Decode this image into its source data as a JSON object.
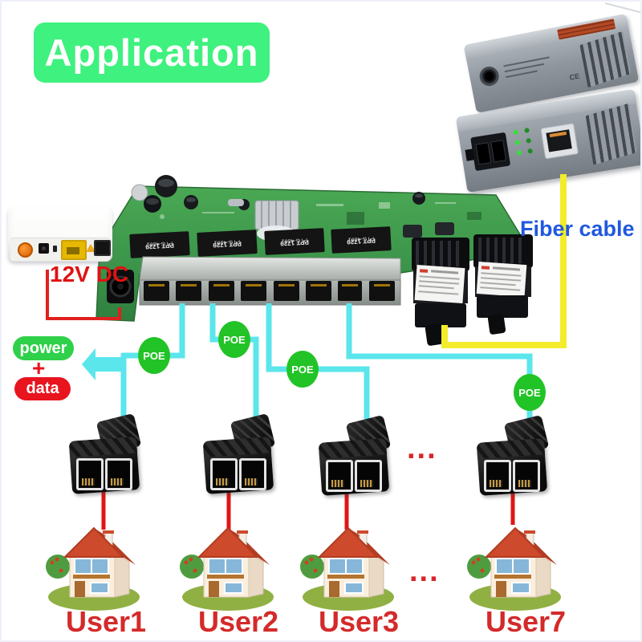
{
  "banner": {
    "label": "Application"
  },
  "labels": {
    "fiber_cable": "Fiber cable",
    "power": "power",
    "plus": "+",
    "data": "data",
    "poe": "POE",
    "ellipsis": "..."
  },
  "onu": {
    "power_label": "12V DC"
  },
  "converter": {
    "ce_mark": "CE"
  },
  "pcb": {
    "transformer": {
      "line1": "PPT 1729",
      "line2": "PTG-4801"
    },
    "port_count": 8
  },
  "users": [
    "User1",
    "User2",
    "User3",
    "User7"
  ],
  "colors": {
    "banner_green": "#3ff17e",
    "poe_green": "#22c326",
    "pill_green": "#2fd04a",
    "alert_red": "#e8141e",
    "text_red": "#d42a2a",
    "cable_cyan": "#5be6ec",
    "cable_yellow": "#f3ec2a",
    "label_blue": "#2158e0",
    "pcb_green": "#3f9b4a"
  }
}
